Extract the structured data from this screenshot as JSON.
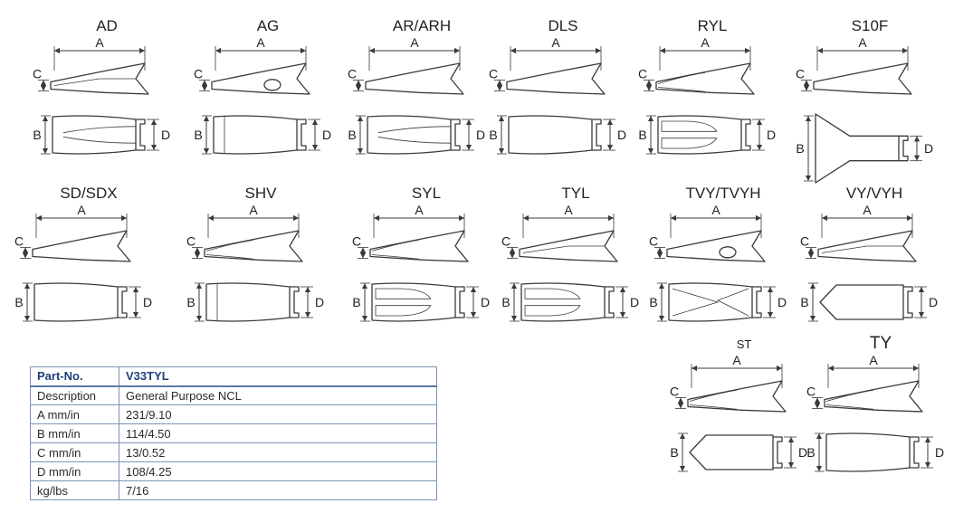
{
  "dimension_labels": {
    "a": "A",
    "b": "B",
    "c": "C",
    "d": "D"
  },
  "tooth_types": [
    {
      "id": "ad",
      "name": "AD"
    },
    {
      "id": "ag",
      "name": "AG"
    },
    {
      "id": "ar",
      "name": "AR/ARH"
    },
    {
      "id": "dls",
      "name": "DLS"
    },
    {
      "id": "ryl",
      "name": "RYL"
    },
    {
      "id": "s10f",
      "name": "S10F"
    },
    {
      "id": "sd",
      "name": "SD/SDX"
    },
    {
      "id": "shv",
      "name": "SHV"
    },
    {
      "id": "syl",
      "name": "SYL"
    },
    {
      "id": "tyl",
      "name": "TYL"
    },
    {
      "id": "tvy",
      "name": "TVY/TVYH"
    },
    {
      "id": "vy",
      "name": "VY/VYH"
    },
    {
      "id": "st",
      "name": "ST"
    },
    {
      "id": "ty",
      "name": "TY"
    }
  ],
  "spec_table": {
    "header": {
      "label": "Part-No.",
      "value": "V33TYL"
    },
    "rows": [
      {
        "label": "Description",
        "value": "General Purpose NCL"
      },
      {
        "label": "A mm/in",
        "value": "231/9.10"
      },
      {
        "label": "B mm/in",
        "value": "114/4.50"
      },
      {
        "label": "C mm/in",
        "value": "13/0.52"
      },
      {
        "label": "D mm/in",
        "value": "108/4.25"
      },
      {
        "label": "kg/lbs",
        "value": "7/16"
      }
    ]
  }
}
